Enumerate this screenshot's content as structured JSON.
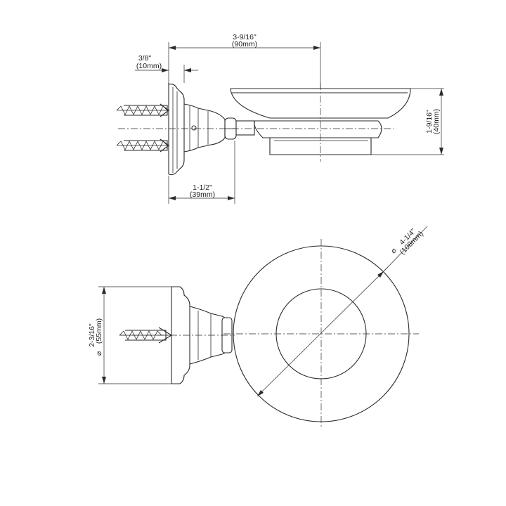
{
  "dimensions": {
    "overall_length": {
      "imperial": "3-9/16\"",
      "metric": "(90mm)"
    },
    "flange_depth": {
      "imperial": "3/8\"",
      "metric": "(10mm)"
    },
    "projection_to_post": {
      "imperial": "1-1/2\"",
      "metric": "(39mm)"
    },
    "dish_height": {
      "imperial": "1-9/16\"",
      "metric": "(40mm)"
    },
    "flange_diameter": {
      "imperial": "2-3/16\"",
      "metric": "(55mm)",
      "symbol": "⌀"
    },
    "dish_diameter": {
      "imperial": "4-1/4\"",
      "metric": "(108mm)",
      "symbol": "⌀"
    }
  }
}
